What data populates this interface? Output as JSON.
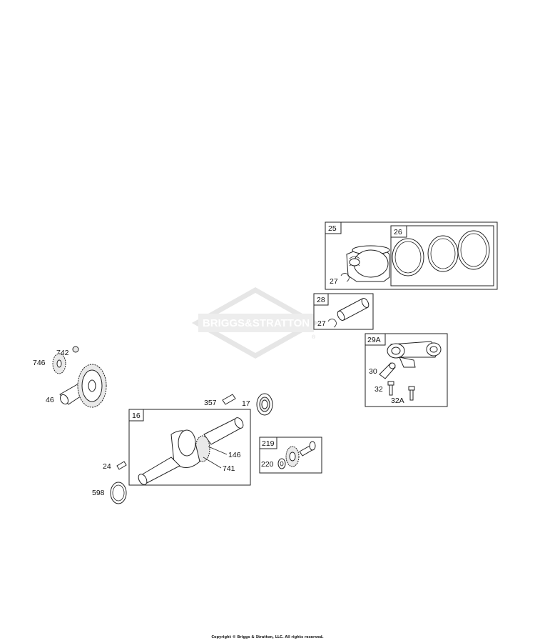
{
  "watermark": {
    "text": "BRIGGS&STRATTON",
    "reg": "®",
    "color": "#e4e4e4"
  },
  "groups": [
    {
      "id": "25",
      "label": "25"
    },
    {
      "id": "26",
      "label": "26"
    },
    {
      "id": "28",
      "label": "28"
    },
    {
      "id": "29A",
      "label": "29A"
    },
    {
      "id": "16",
      "label": "16"
    },
    {
      "id": "219",
      "label": "219"
    }
  ],
  "callouts": {
    "c742": "742",
    "c746": "746",
    "c46": "46",
    "c357": "357",
    "c17": "17",
    "c146": "146",
    "c741": "741",
    "c24": "24",
    "c598": "598",
    "c220": "220",
    "c27a": "27",
    "c27b": "27",
    "c30": "30",
    "c32": "32",
    "c32A": "32A"
  },
  "footer": {
    "copyright": "Copyright © Briggs & Stratton, LLC. All rights reserved."
  }
}
